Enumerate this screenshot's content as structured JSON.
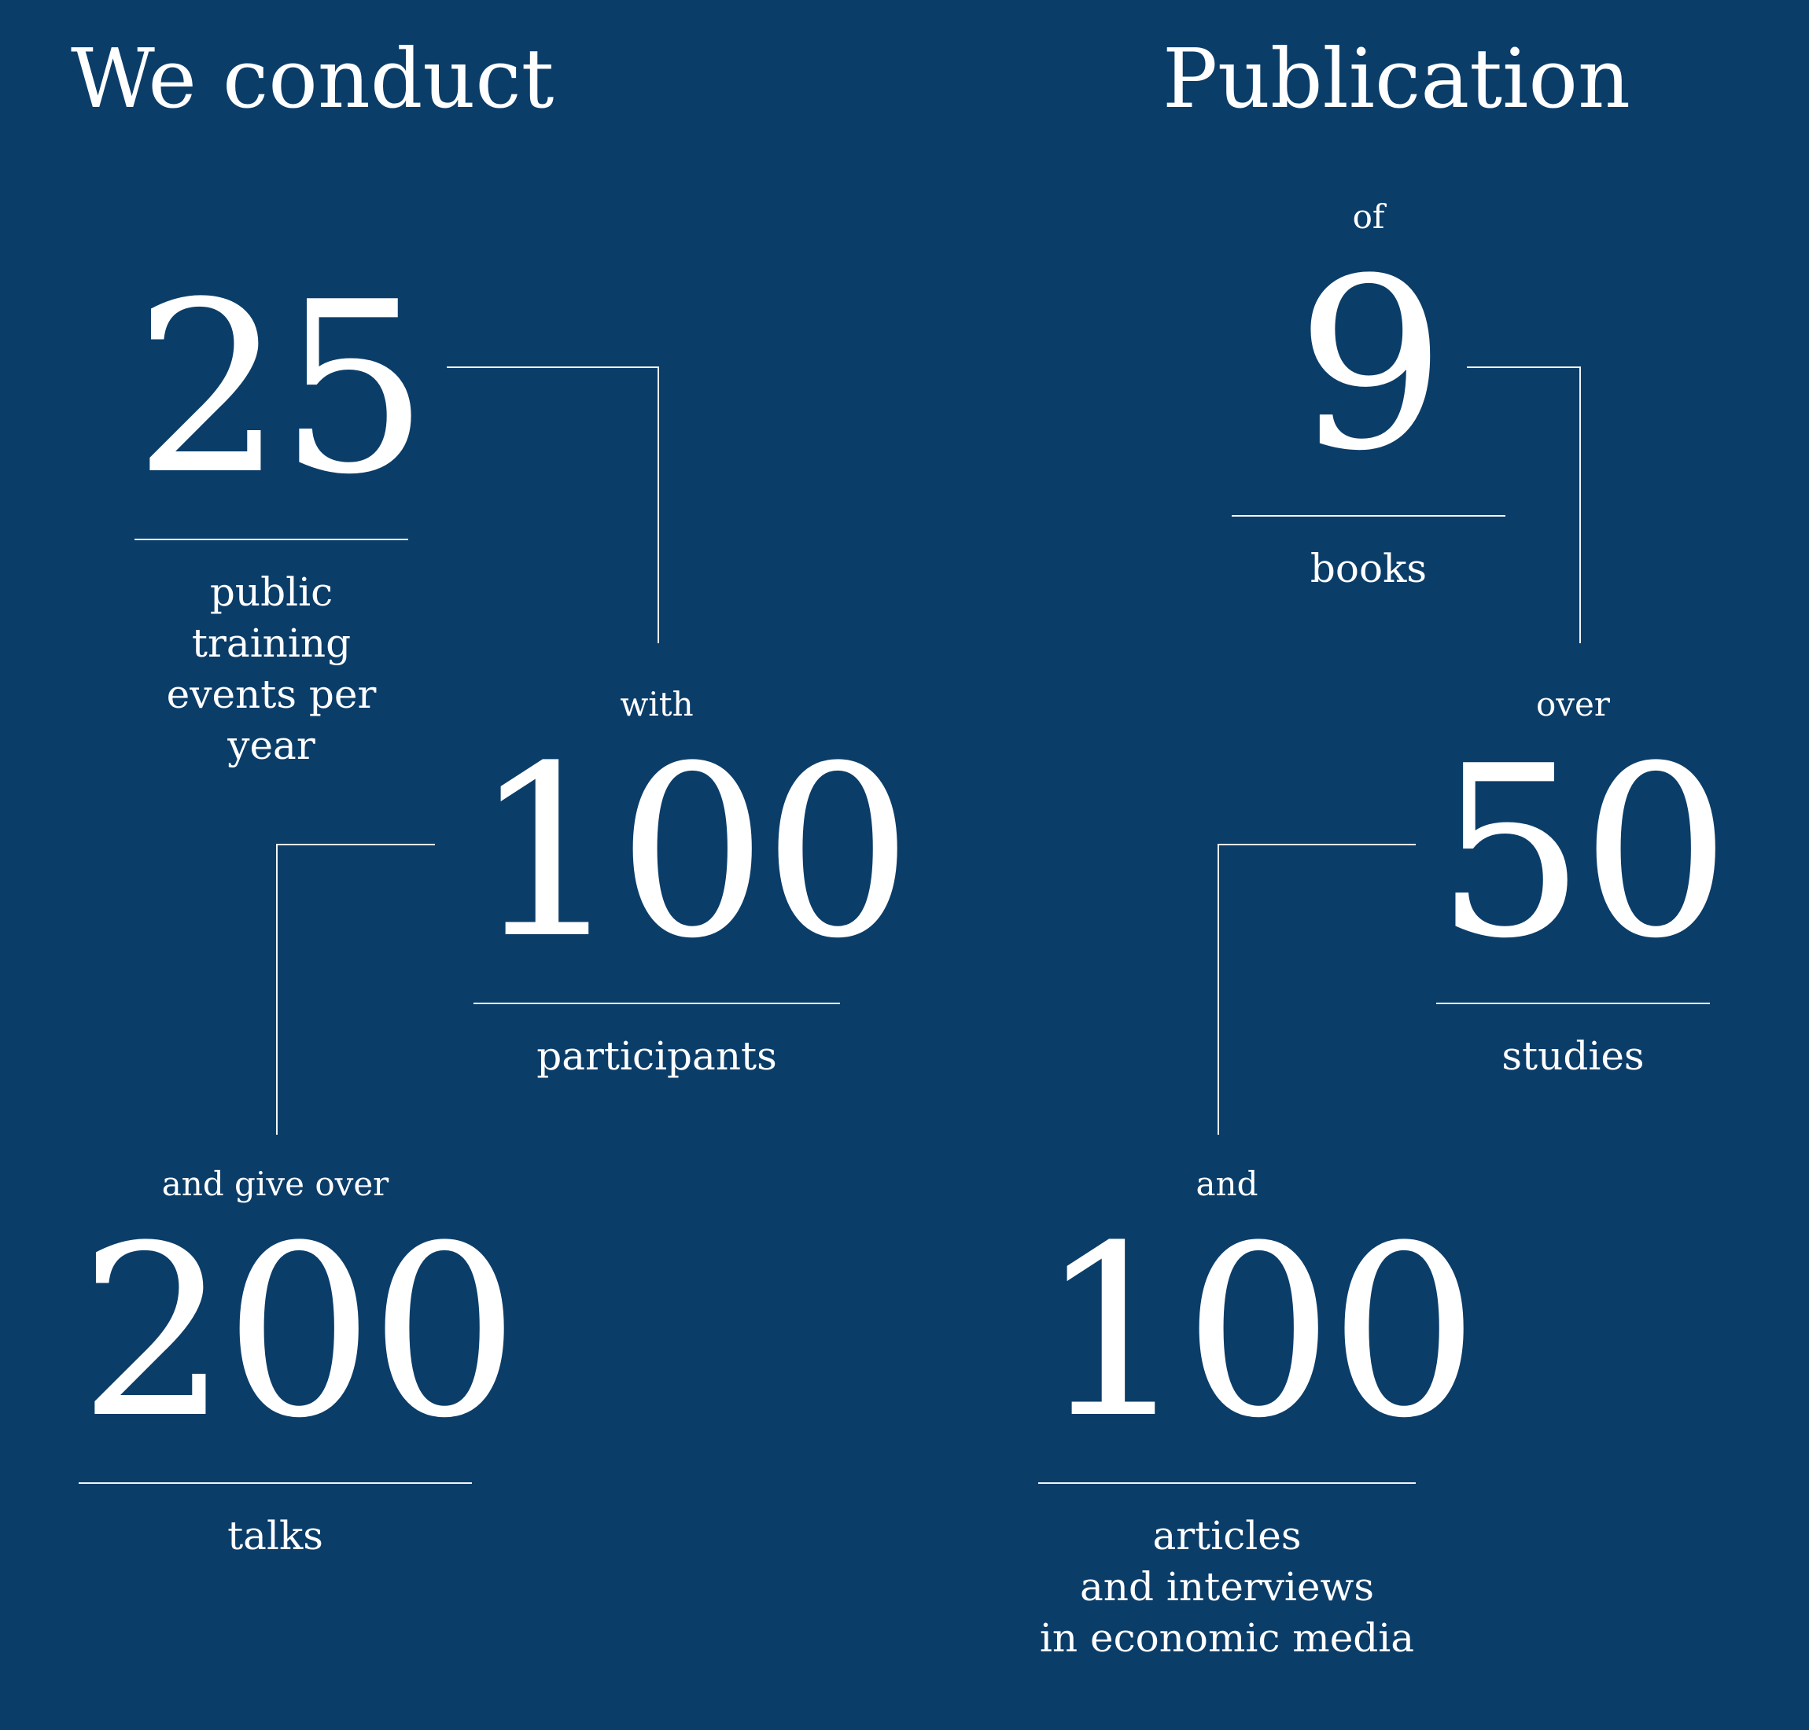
{
  "sections": {
    "left_title": "We conduct",
    "right_title": "Publication"
  },
  "stats": {
    "training_events": {
      "prefix": "",
      "value": "25",
      "label": "public training\nevents per year"
    },
    "participants": {
      "prefix": "with",
      "value": "100",
      "label": "participants"
    },
    "talks": {
      "prefix": "and give over",
      "value": "200",
      "label": "talks"
    },
    "books": {
      "prefix": "of",
      "value": "9",
      "label": "books"
    },
    "studies": {
      "prefix": "over",
      "value": "50",
      "label": "studies"
    },
    "articles": {
      "prefix": "and",
      "value": "100",
      "label": "articles\nand interviews\nin economic media"
    }
  }
}
